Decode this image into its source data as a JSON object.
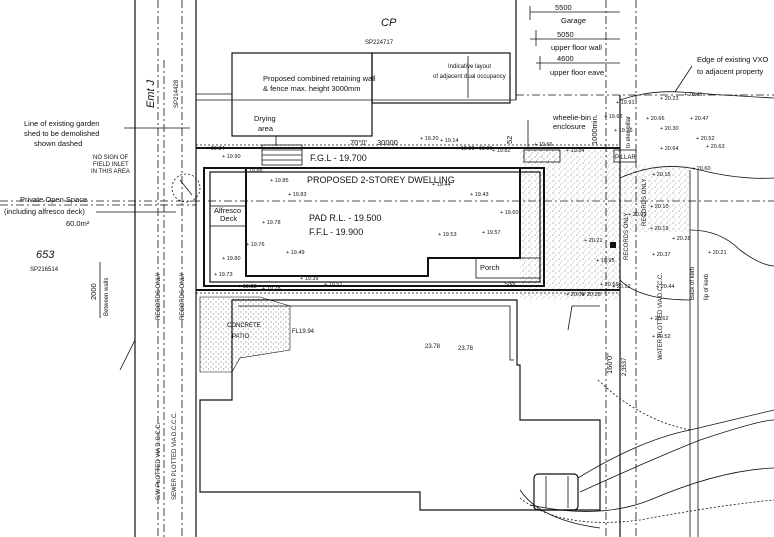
{
  "labels": {
    "cp": "CP",
    "sp_north": "SP224717",
    "garage_dim": "5500",
    "garage": "Garage",
    "upper_wall_dim": "5050",
    "upper_wall": "upper floor wall",
    "upper_eave_dim": "4600",
    "upper_eave": "upper floor eave",
    "edge_vxo_1": "Edge of existing VXO",
    "edge_vxo_2": "to adjacent property",
    "retaining_wall_1": "Proposed combined retaining wall",
    "retaining_wall_2": "& fence max. height 3000mm",
    "dual_occ_1": "Indicative layout",
    "dual_occ_2": "of adjacent dual occupancy",
    "drying_1": "Drying",
    "drying_2": "area",
    "wheelie_1": "wheelie-bin",
    "wheelie_2": "enclosure",
    "elec_1": "1000min.",
    "elec_2": "to elec pillar",
    "pillar": "PILLAR",
    "garden_shed_1": "Line of existing garden",
    "garden_shed_2": "shed to be demolished",
    "garden_shed_3": "shown dashed",
    "no_sign_1": "NO SIGN OF",
    "no_sign_2": "FIELD INLET",
    "no_sign_3": "IN THIS AREA",
    "pos_1": "Private Open Space",
    "pos_2": "(including alfresco deck)",
    "pos_3": "60.0m²",
    "emt": "Emt J",
    "sp_side": "SP214428",
    "lot_653": "653",
    "sp_lot": "SP216514",
    "between_walls_dim": "2000",
    "between_walls": "Between walls",
    "bearing_top": "70°0'",
    "dim_30000": "30000",
    "dim_52": "52",
    "fgl": "F.G.L - 19.700",
    "dwelling_1": "PROPOSED 2-STOREY DWELLING",
    "dwelling_2": "PAD R.L. - 19.500",
    "dwelling_3": "F.F.L - 19.900",
    "alfresco_1": "Alfresco",
    "alfresco_2": "Deck",
    "porch": "Porch",
    "concrete_1": "CONCRETE",
    "concrete_2": "PATIO",
    "fl": "FL19.94",
    "spot_1": "23.78",
    "spot_2": "23.78",
    "records_only": "RECORDS ONLY",
    "dim_1600": "160'0\"",
    "sp_lower": "2,3537",
    "sw_plotted": "S/W PLOTTED VIA D.C.C.C.",
    "sewer_plotted": "SEWER PLOTTED VIA D.C.C.C.",
    "water_plotted": "WATER PLOTTED VIA D.C.C.C.",
    "back_of_kerb": "Back of kerb",
    "lip_of_kerb": "lip of kerb",
    "sw": "S/W"
  },
  "spot_heights": [
    "19.84",
    "19.90",
    "19.88",
    "19.85",
    "19.83",
    "19.78",
    "19.76",
    "19.80",
    "19.73",
    "19.82",
    "19.78",
    "19.20",
    "19.14",
    "19.89",
    "19.86",
    "19.82",
    "19.44",
    "19.43",
    "19.53",
    "19.57",
    "19.60",
    "19.49",
    "19.39",
    "19.51",
    "19.66",
    "19.84",
    "19.62",
    "19.91",
    "19.96",
    "20.03",
    "20.10",
    "20.19",
    "20.28",
    "20.21",
    "20.37",
    "20.44",
    "20.62",
    "20.52",
    "20.55",
    "20.18",
    "20.06",
    "19.95",
    "20.12",
    "20.15",
    "20.30",
    "20.23",
    "20.41",
    "20.47",
    "20.52",
    "20.60",
    "20.64",
    "20.66",
    "20.63",
    "20.21"
  ]
}
